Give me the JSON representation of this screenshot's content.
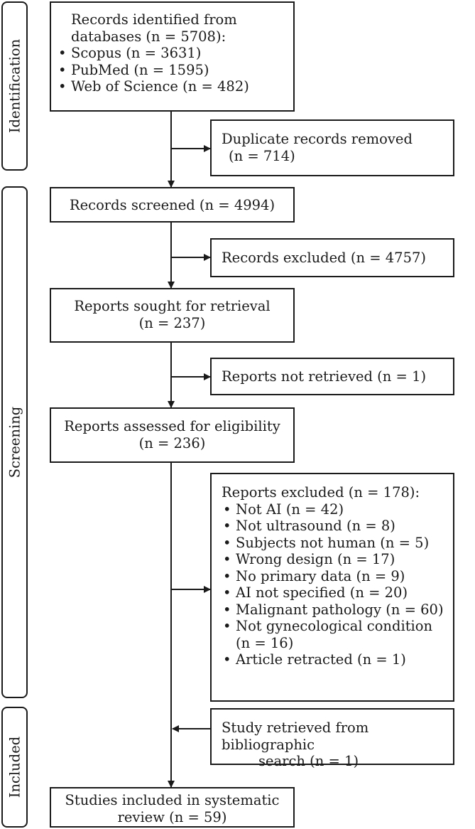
{
  "stages": {
    "identification": "Identification",
    "screening": "Screening",
    "included": "Included"
  },
  "records_identified": {
    "line1": "Records identified from",
    "line2": "databases (n = 5708):",
    "items": [
      "Scopus (n = 3631)",
      "PubMed (n = 1595)",
      "Web of Science (n = 482)"
    ]
  },
  "duplicates_removed": {
    "line1": "Duplicate records removed",
    "line2": "(n = 714)"
  },
  "records_screened": "Records screened (n = 4994)",
  "records_excluded": "Records excluded (n = 4757)",
  "reports_sought": {
    "line1": "Reports sought for retrieval",
    "line2": "(n = 237)"
  },
  "reports_not_retrieved": "Reports not retrieved (n = 1)",
  "reports_assessed": {
    "line1": "Reports assessed for eligibility",
    "line2": "(n = 236)"
  },
  "reports_excluded": {
    "title": "Reports excluded (n = 178):",
    "items": [
      "Not AI (n = 42)",
      "Not ultrasound (n = 8)",
      "Subjects not human (n = 5)",
      "Wrong design (n = 17)",
      "No primary data (n = 9)",
      "AI not specified (n = 20)",
      "Malignant pathology (n = 60)",
      "Not gynecological condition",
      "Article retracted (n = 1)"
    ],
    "item_continuation": "(n = 16)"
  },
  "study_retrieved": {
    "line1": "Study retrieved from bibliographic",
    "line2": "search (n = 1)"
  },
  "studies_included": {
    "line1": "Studies included in systematic",
    "line2": "review (n = 59)"
  }
}
